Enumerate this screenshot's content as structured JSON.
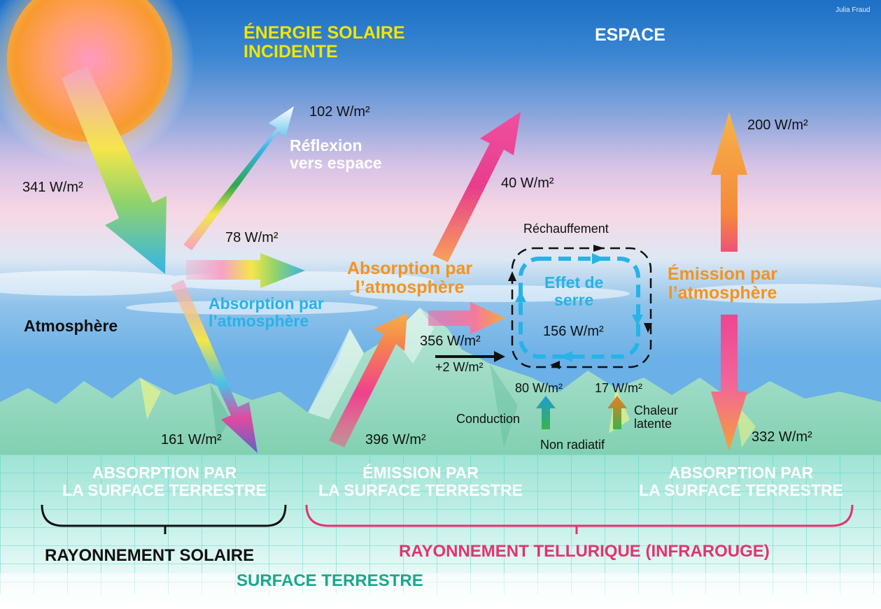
{
  "credit": "Julia Fraud",
  "top": {
    "solar_line1": "ÉNERGIE SOLAIRE",
    "solar_line2": "INCIDENTE",
    "space": "ESPACE"
  },
  "values": {
    "incoming": "341 W/m²",
    "reflected": "102 W/m²",
    "absorbed_atm_solar": "78 W/m²",
    "window": "40 W/m²",
    "emission_space": "200 W/m²",
    "back_radiation": "356 W/m²",
    "imbalance": "+2 W/m²",
    "greenhouse": "156 W/m²",
    "conduction": "80 W/m²",
    "latent": "17 W/m²",
    "surface_absorbed_solar": "161 W/m²",
    "surface_emission": "396 W/m²",
    "surface_absorbed_ir": "332 W/m²"
  },
  "labels": {
    "reflection_line1": "Réflexion",
    "reflection_line2": "vers espace",
    "absorption_solar_line1": "Absorption par",
    "absorption_solar_line2": "l’atmosphère",
    "absorption_ir_line1": "Absorption par",
    "absorption_ir_line2": "l’atmosphère",
    "emission_atm_line1": "Émission par",
    "emission_atm_line2": "l’atmosphère",
    "atmosphere": "Atmosphère",
    "warming": "Réchauffement",
    "greenhouse_line1": "Effet de",
    "greenhouse_line2": "serre",
    "conduction_word": "Conduction",
    "latent_line1": "Chaleur",
    "latent_line2": "latente",
    "non_radiative": "Non radiatif"
  },
  "ground": {
    "left_line1": "ABSORPTION PAR",
    "left_line2": "LA SURFACE TERRESTRE",
    "mid_line1": "ÉMISSION PAR",
    "mid_line2": "LA SURFACE TERRESTRE",
    "right_line1": "ABSORPTION PAR",
    "right_line2": "LA SURFACE TERRESTRE",
    "solar_radiation": "RAYONNEMENT SOLAIRE",
    "telluric_radiation": "RAYONNEMENT TELLURIQUE (INFRAROUGE)",
    "surface": "SURFACE TERRESTRE"
  },
  "colors": {
    "sky_top": "#1d70c6",
    "sky_horizon": "#f7d7e4",
    "mountains": "#8fd6bc",
    "grid": "#4fd2c2",
    "solar_bracket": "#111111",
    "telluric_bracket": "#e3336e",
    "greenhouse_loop": "#27b3e6",
    "orange_text": "#f39320"
  }
}
